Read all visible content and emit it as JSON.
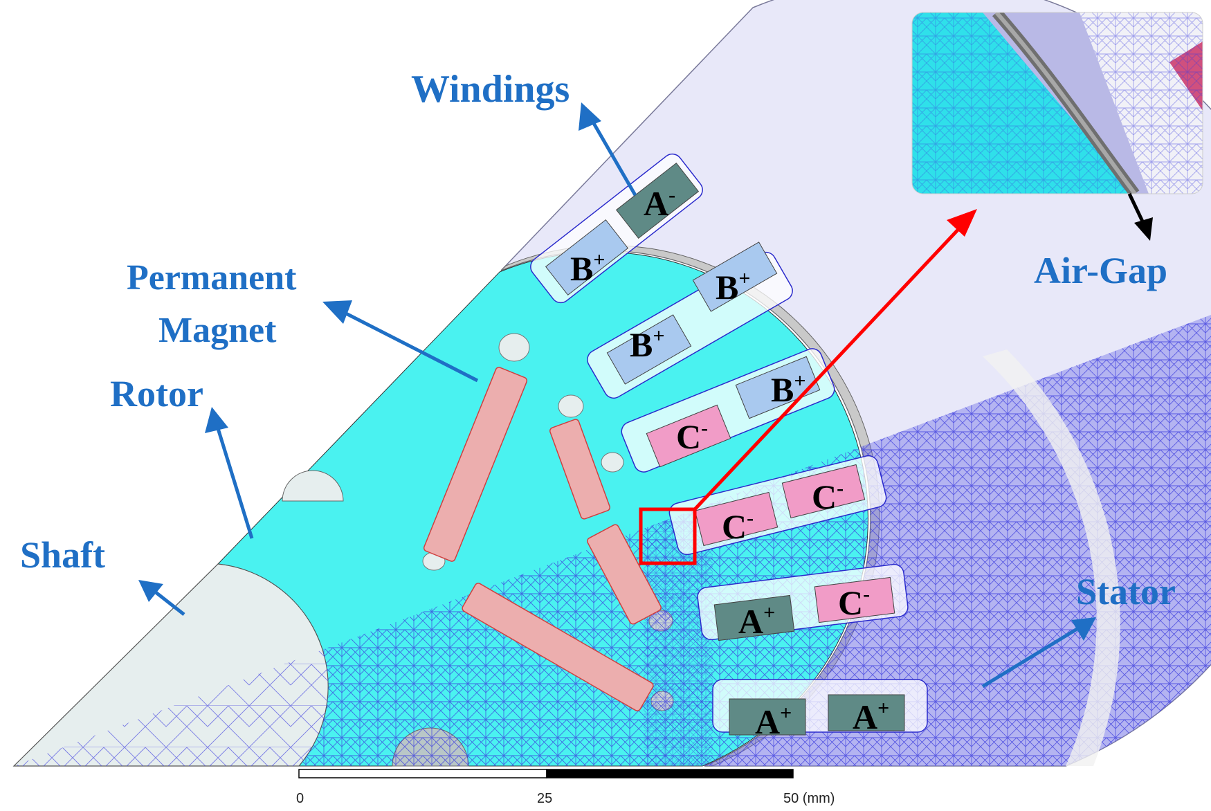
{
  "labels": {
    "windings": "Windings",
    "permanent_magnet_line1": "Permanent",
    "permanent_magnet_line2": "Magnet",
    "rotor": "Rotor",
    "shaft": "Shaft",
    "stator": "Stator",
    "air_gap": "Air-Gap"
  },
  "windings": [
    {
      "phase": "A",
      "sign": "-",
      "color": "#5f8a86"
    },
    {
      "phase": "B",
      "sign": "+",
      "color": "#a9c9ef"
    },
    {
      "phase": "B",
      "sign": "+",
      "color": "#a9c9ef"
    },
    {
      "phase": "B",
      "sign": "+",
      "color": "#a9c9ef"
    },
    {
      "phase": "B",
      "sign": "+",
      "color": "#a9c9ef"
    },
    {
      "phase": "C",
      "sign": "-",
      "color": "#f19cc7"
    },
    {
      "phase": "C",
      "sign": "-",
      "color": "#f19cc7"
    },
    {
      "phase": "C",
      "sign": "-",
      "color": "#f19cc7"
    },
    {
      "phase": "A",
      "sign": "+",
      "color": "#5f8a86"
    },
    {
      "phase": "C",
      "sign": "-",
      "color": "#f19cc7"
    },
    {
      "phase": "A",
      "sign": "+",
      "color": "#5f8a86"
    },
    {
      "phase": "A",
      "sign": "+",
      "color": "#5f8a86"
    }
  ],
  "scale_bar": {
    "ticks": [
      "0",
      "25",
      "50 (mm)"
    ]
  },
  "colors": {
    "rotor": "#4af2f0",
    "shaft": "#e6eeee",
    "stator": "#e8e8f9",
    "mesh": "#3b3bdd",
    "magnet": "#ecaeae",
    "callout": "#1f6fc5",
    "highlight": "#ff0000"
  }
}
